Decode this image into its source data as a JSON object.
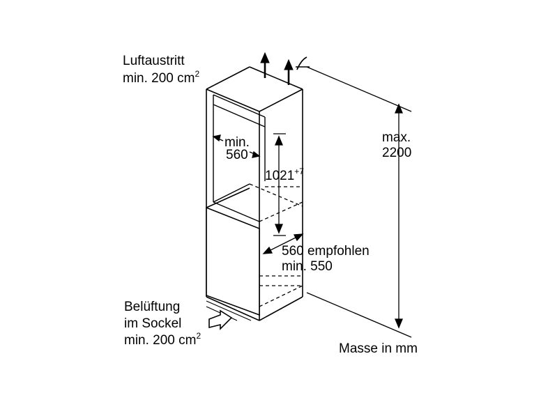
{
  "labels": {
    "air_outlet_line1": "Luftaustritt",
    "air_outlet_line2": "min. 200 cm",
    "air_outlet_sup": "2",
    "width_min_line1": "min.",
    "width_min_line2": "560",
    "height_value": "1021",
    "height_tolerance": "+7",
    "depth_line1": "560 empfohlen",
    "depth_line2": "min. 550",
    "total_height_line1": "max.",
    "total_height_line2": "2200",
    "vent_line1": "Belüftung",
    "vent_line2": "im Sockel",
    "vent_line3": "min. 200 cm",
    "vent_sup": "2",
    "units_note": "Masse in mm"
  },
  "colors": {
    "line": "#000000",
    "background": "#ffffff",
    "appliance_fill": "#ffffff"
  }
}
